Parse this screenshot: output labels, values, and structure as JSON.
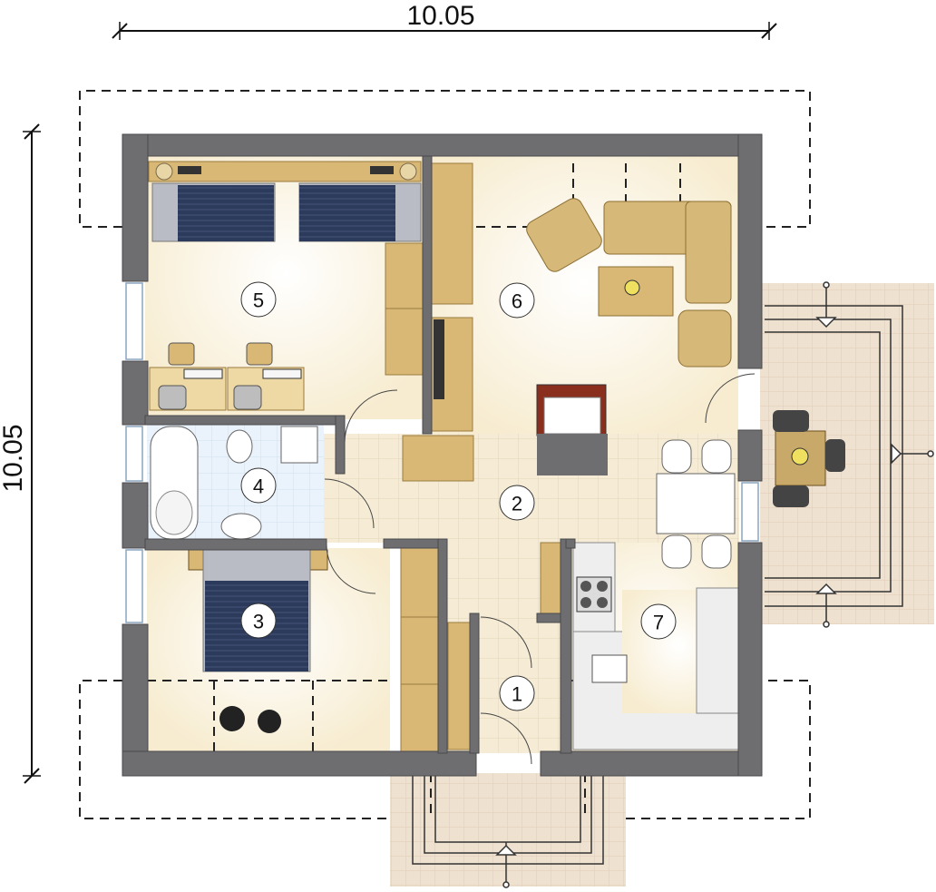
{
  "dimensions": {
    "width_label": "10.05",
    "height_label": "10.05"
  },
  "rooms": [
    {
      "id": "entrance",
      "number": "1"
    },
    {
      "id": "hall",
      "number": "2"
    },
    {
      "id": "bedroom",
      "number": "3"
    },
    {
      "id": "bathroom",
      "number": "4"
    },
    {
      "id": "children-room",
      "number": "5"
    },
    {
      "id": "living-room",
      "number": "6"
    },
    {
      "id": "kitchen",
      "number": "7"
    }
  ],
  "colors": {
    "wall": "#6e6e70",
    "floor": "#fbf4e0",
    "tile": "#f2e8d2",
    "bath_tile": "#e6f0fa",
    "terrace": "#ecdccb",
    "furniture_wood": "#d9b876",
    "bed_blue": "#2c3a5c",
    "sofa": "#d6b878"
  }
}
